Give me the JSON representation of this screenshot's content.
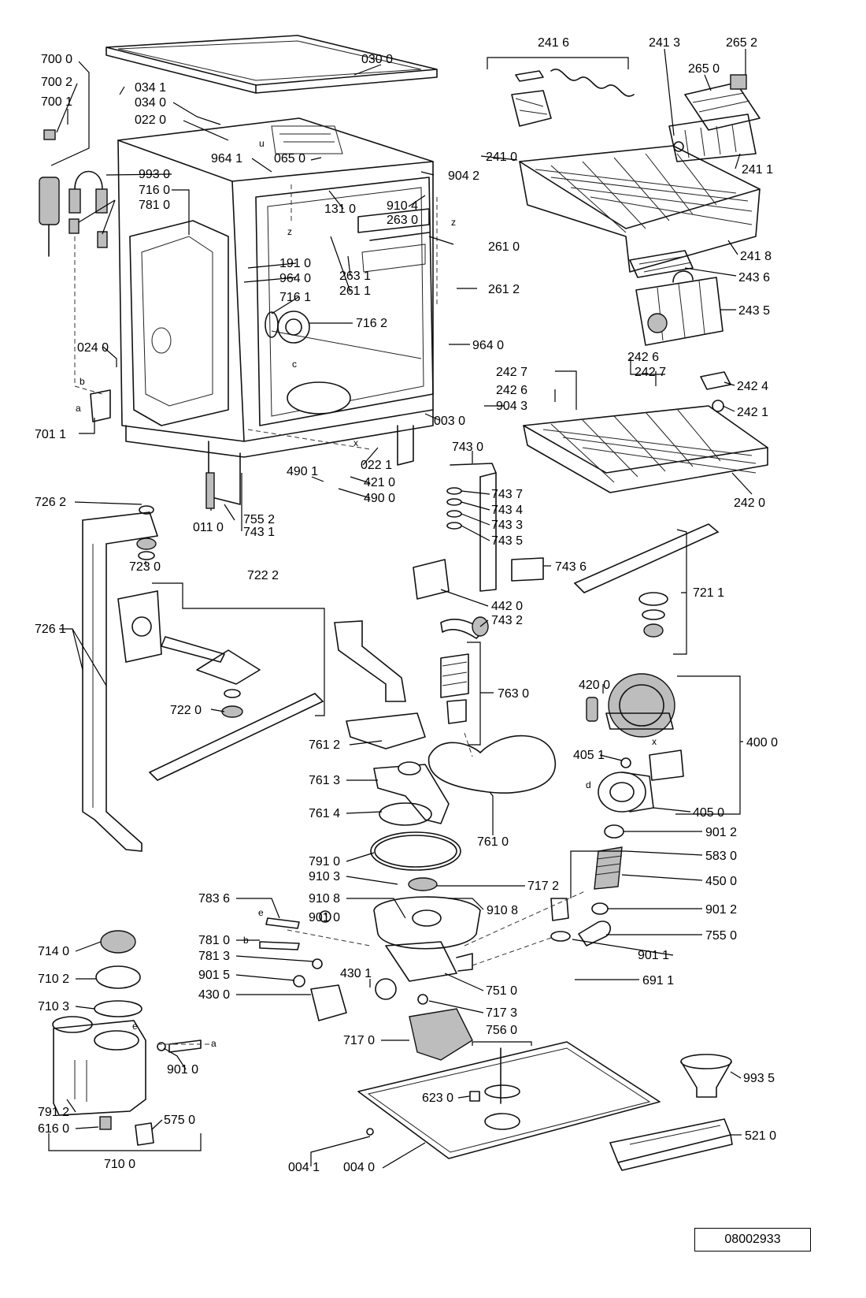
{
  "reference_number": "08002933",
  "letters": [
    "u",
    "z",
    "z",
    "c",
    "b",
    "a",
    "x",
    "x",
    "d",
    "e",
    "e",
    "b",
    "a"
  ],
  "part_labels": [
    "030 0",
    "700 0",
    "700 2",
    "700 1",
    "034 1",
    "034 0",
    "022 0",
    "964 1",
    "065 0",
    "904 2",
    "993 0",
    "716 0",
    "781 0",
    "131 0",
    "910 4",
    "263 0",
    "261 0",
    "191 0",
    "964 0",
    "263 1",
    "261 1",
    "261 2",
    "716 1",
    "716 2",
    "964 0",
    "024 0",
    "904 3",
    "003 0",
    "701 1",
    "022 1",
    "490 1",
    "421 0",
    "490 0",
    "726 2",
    "011 0",
    "755 2",
    "743 1",
    "241 6",
    "241 3",
    "265 2",
    "265 0",
    "241 0",
    "241 1",
    "241 8",
    "243 6",
    "243 5",
    "242 6",
    "242 7",
    "242 7",
    "242 6",
    "242 4",
    "242 1",
    "242 0",
    "743 0",
    "743 7",
    "743 4",
    "743 3",
    "743 5",
    "743 6",
    "442 0",
    "743 2",
    "721 1",
    "723 0",
    "722 2",
    "726 1",
    "722 0",
    "763 0",
    "761 2",
    "761 3",
    "761 4",
    "761 0",
    "420 0",
    "405 1",
    "400 0",
    "405 0",
    "901 2",
    "583 0",
    "450 0",
    "901 2",
    "755 0",
    "901 1",
    "691 1",
    "791 0",
    "910 3",
    "717 2",
    "910 8",
    "910 8",
    "783 6",
    "901 0",
    "781 0",
    "781 3",
    "901 5",
    "430 0",
    "430 1",
    "751 0",
    "717 3",
    "714 0",
    "710 2",
    "710 3",
    "901 0",
    "791 2",
    "616 0",
    "575 0",
    "710 0",
    "717 0",
    "756 0",
    "623 0",
    "993 5",
    "004 1",
    "004 0",
    "521 0"
  ]
}
